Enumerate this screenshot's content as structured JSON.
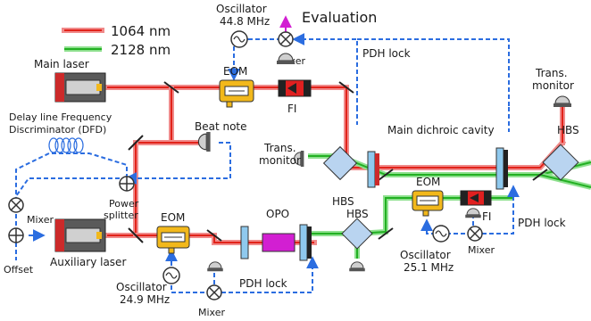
{
  "legend": {
    "red_label": "1064 nm",
    "green_label": "2128 nm",
    "red_color": "#e2231a",
    "green_color": "#22b022"
  },
  "labels": {
    "main_laser": "Main laser",
    "aux_laser": "Auxiliary laser",
    "osc_top_title": "Oscillator",
    "osc_top_freq": "44.8 MHz",
    "evaluation": "Evaluation",
    "mixer_top": "Mixer",
    "pdh_top": "PDH lock",
    "eom_top": "EOM",
    "fi_top": "FI",
    "dfd_line1": "Delay line Frequency",
    "dfd_line2": "Discriminator (DFD)",
    "beat_note": "Beat note",
    "trans_monitor_right_1": "Trans.",
    "trans_monitor_right_2": "monitor",
    "main_cavity": "Main dichroic cavity",
    "hbs_right": "HBS",
    "trans_monitor_mid_1": "Trans.",
    "trans_monitor_mid_2": "monitor",
    "hbs_mid": "HBS",
    "mixer_left": "Mixer",
    "power_splitter_1": "Power",
    "power_splitter_2": "splitter",
    "eom_mid": "EOM",
    "fi_mid": "FI",
    "pdh_mid": "PDH lock",
    "osc_mid_title": "Oscillator",
    "osc_mid_freq": "25.1 MHz",
    "mixer_mid": "Mixer",
    "offset": "Offset",
    "eom_bottom": "EOM",
    "opo": "OPO",
    "hbs_bottom": "HBS",
    "osc_bottom_title": "Oscillator",
    "osc_bottom_freq": "24.9 MHz",
    "pdh_bottom": "PDH lock",
    "mixer_bottom": "Mixer"
  },
  "colors": {
    "signal": "#2b6de0",
    "evaluation": "#d21fd2",
    "eom_body": "#f2b81b",
    "fi_body": "#e02020",
    "opo_crystal": "#d21fd2",
    "cavity_mirror": "#8fc9ee",
    "laser_body": "#5a5a5a"
  }
}
